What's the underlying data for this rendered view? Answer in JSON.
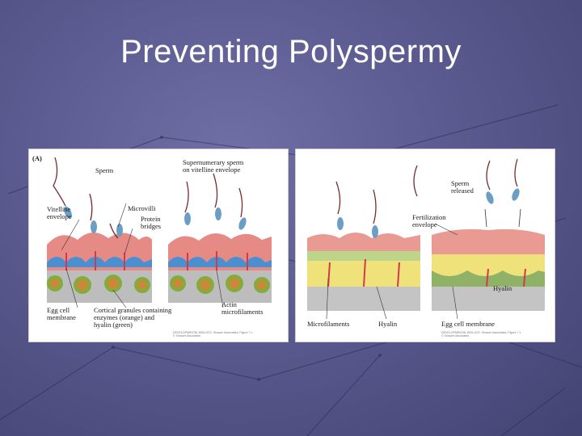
{
  "slide": {
    "title": "Preventing Polyspermy"
  },
  "colors": {
    "background": "#5a5a90",
    "title_text": "#ffffff",
    "vitelline_envelope": "#e58a84",
    "egg_membrane": "#4a90d0",
    "cortical_granule_orange": "#c9893a",
    "cortical_granule_green": "#7fae3a",
    "hyalin_layer": "#f0e27a",
    "fertilization_envelope": "#e99a92"
  },
  "panel_a": {
    "tag": "(A)",
    "labels": {
      "sperm": "Sperm",
      "supernumerary": "Supernumerary sperm\non vitelline envelope",
      "vitelline_envelope": "Vitelline\nenvelope",
      "microvilli": "Microvilli",
      "protein_bridges": "Protein\nbridges",
      "egg_cell_membrane": "Egg cell\nmembrane",
      "cortical_granules": "Cortical granules containing\nenzymes (orange) and\nhyalin (green)",
      "actin_microfilaments": "Actin\nmicrofilaments"
    },
    "credit": "DEVELOPMENTAL BIOLOGY, Sinauer Associates, Figure 7.x\n© Sinauer Associates"
  },
  "panel_b": {
    "labels": {
      "sperm_released": "Sperm\nreleased",
      "fertilization_envelope": "Fertilization\nenvelope",
      "hyalin_inner": "Hyalin",
      "microfilaments": "Microfilaments",
      "hyalin_bottom": "Hyalin",
      "egg_cell_membrane": "Egg cell membrane"
    },
    "credit": "DEVELOPMENTAL BIOLOGY, Sinauer Associates, Figure 7.x\n© Sinauer Associates"
  }
}
